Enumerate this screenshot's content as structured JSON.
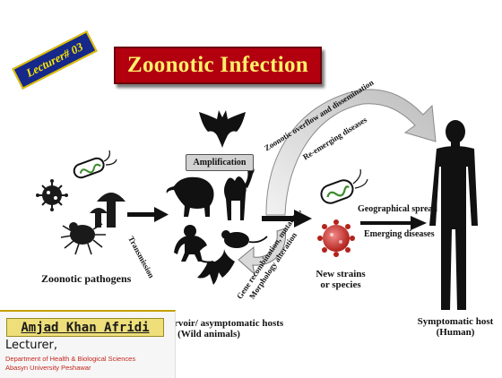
{
  "title": "Zoonotic Infection",
  "lecture_badge": "Lecturer# 03",
  "labels": {
    "zoonotic_pathogens": "Zoonotic pathogens",
    "amplification": "Amplification",
    "transmission": "Transmission",
    "reservoir_line1": "Reservoir/ asymptomatic hosts",
    "reservoir_line2": "(Wild animals)",
    "recombination_line1": "Gene recombination, mutation,",
    "recombination_line2": "Morphology alteration",
    "overflow_line1": "Zoonotic overflow and dissemination",
    "overflow_line2": "Re-emerging diseases",
    "geographical_spread": "Geographical spread",
    "emerging_diseases": "Emerging diseases",
    "new_strains_line1": "New strains",
    "new_strains_line2": "or species",
    "symptomatic_line1": "Symptomatic host",
    "symptomatic_line2": "(Human)"
  },
  "credit": {
    "name": "Amjad Khan Afridi",
    "role": "Lecturer,",
    "dept": "Department of Health & Biological Sciences",
    "univ": "Abasyn University Peshawar"
  },
  "colors": {
    "title_bg": "#b3000f",
    "title_text": "#fff06a",
    "badge_bg": "#16288a",
    "badge_text": "#ffe800",
    "credit_accent": "#eedf7a",
    "credit_dept": "#c4261e"
  }
}
